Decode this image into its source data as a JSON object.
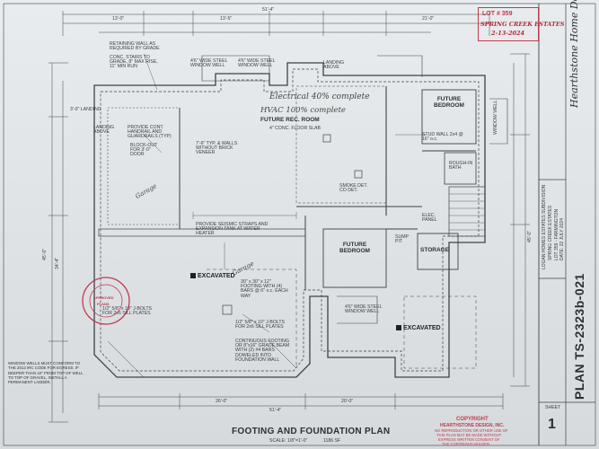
{
  "drawing": {
    "title": "FOOTING AND FOUNDATION PLAN",
    "scale": "SCALE: 1/8\"=1'-0\"",
    "area": "1186 SF",
    "plan_number": "PLAN TS-2323b-021",
    "sheet_label": "SHEET",
    "sheet_number": "1",
    "designer": "Hearthstone Home Design"
  },
  "approval_stamp": {
    "lot_label": "LOT # 359",
    "subdivision": "SPRING CREEK ESTATES",
    "handwritten_date": "2-13-2024"
  },
  "project_info": {
    "line1": "LOGAN HOMES ESTATES SUBDIVISION",
    "line2": "SPRING CREEK ESTATES",
    "line3": "LOT 359 - FARMINGTON",
    "line4": "DATE: 22 JULY 2024"
  },
  "rooms": {
    "rec_room": "FUTURE REC. ROOM",
    "rec_room_sub": "4\" CONC. FLOOR SLAB",
    "bedroom_top": "FUTURE BEDROOM",
    "bedroom_mid": "FUTURE BEDROOM",
    "storage": "STORAGE",
    "bath": "ROUGH-IN BATH",
    "garage_left": "Garage",
    "garage_center": "Garage"
  },
  "handwritten": {
    "electrical": "Electrical 40% complete",
    "hvac": "HVAC 100% complete"
  },
  "excavated": {
    "left": "EXCAVATED",
    "right": "EXCAVATED"
  },
  "notes": {
    "retaining": "RETAINING WALL AS REQUIRED BY GRADE",
    "conc_stairs": "CONC. STAIRS TO GRADE, 8\" MAX RISE, 11\" MIN RUN",
    "window_well_top1": "4'6\" WIDE STEEL WINDOW WELL",
    "window_well_top2": "4'6\" WIDE STEEL WINDOW WELL",
    "landing_above_top": "LANDING ABOVE",
    "landing_left": "3'-0\" LANDING",
    "landing_above_left": "LANDING ABOVE",
    "guardrails": "PROVIDE CONT. HANDRAIL AND GUARDRAILS (TYP)",
    "blockout": "BLOCK-OUT FOR 3'-0\" DOOR",
    "typ_walls": "7'-6\" TYP. & WALLS WITHOUT BRICK VENEER",
    "smoke": "SMOKE DET. CO DET.",
    "seismic": "PROVIDE SEISMIC STRAPS AND EXPANSION TANK AT WATER HEATER",
    "stud_wall": "STUD WALL 2x4 @ 16\" o.c.",
    "sump": "SUMP PIT",
    "elec_panel": "ELEC. PANEL",
    "footing": "30\" x 30\" x 12\" FOOTING WITH (4) BARS @ 6\" o.c. EACH WAY",
    "jbolts_left": "1/2\" 5/8\" x 10\" J-BOLTS FOR 2x6 SILL PLATES",
    "jbolts_center": "1/2\" 5/8\" x 10\" J-BOLTS FOR 2x6 SILL PLATES",
    "continuous": "CONTINUOUS FOOTING OR 8\"x16\" GRADE BEAM WITH (2) #4 BARS DOWELED INTO FOUNDATION WALL",
    "window_well_bottom": "4'6\" WIDE STEEL WINDOW WELL",
    "window_well_note": "WINDOW WELLS MUST CONFORM TO THE 2012 IRC CODE FOR EGRESS. IF DEEPER THAN 44\" FROM TOP OF WELL TO TOP OF GRAVEL, INSTALL A PERMANENT LADDER.",
    "window_well_right": "WINDOW WELL"
  },
  "copyright": {
    "title": "COPYRIGHT",
    "line1": "HEARTHSTONE DESIGN, INC.",
    "line2": "NO REPRODUCTION OR OTHER USE OF",
    "line3": "THIS PLAN MAY BE MADE WITHOUT",
    "line4": "EXPRESS WRITTEN CONSENT OF",
    "line5": "THE COPYRIGHT HOLDER"
  },
  "dimensions": {
    "top_overall": "51'-4\"",
    "top_a": "13'-0\"",
    "top_b": "13'-5\"",
    "top_c": "21'-0\"",
    "left_overall": "45'-0\"",
    "left_a": "34'-4\"",
    "right_overall": "45'-0\"",
    "bottom_overall": "51'-4\"",
    "bottom_a": "26'-0\"",
    "bottom_b": "20'-0\""
  },
  "colors": {
    "line": "#3b424a",
    "paper": "#e6e9ec",
    "stamp_red": "#c23a4b"
  }
}
